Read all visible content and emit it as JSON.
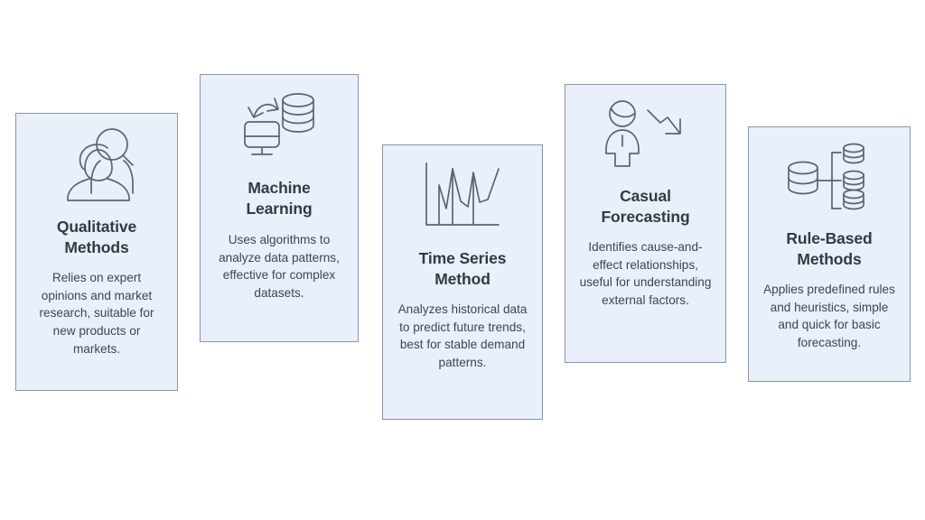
{
  "canvas": {
    "background": "#ffffff",
    "card_fill": "#e9effb",
    "card_border": "#8d95a3",
    "title_color": "#343a40",
    "body_color": "#3f464f",
    "icon_stroke": "#5c6472"
  },
  "cards": [
    {
      "id": "qualitative",
      "icon_name": "two-people-magnifier-icon",
      "title": "Qualitative Methods",
      "description": "Relies on expert opinions and market research, suitable for new products or markets."
    },
    {
      "id": "machine",
      "icon_name": "monitor-database-sync-icon",
      "title": "Machine Learning",
      "description": "Uses algorithms to analyze data patterns, effective for complex datasets."
    },
    {
      "id": "timeseries",
      "icon_name": "line-bar-chart-icon",
      "title": "Time Series Method",
      "description": "Analyzes historical data to predict future trends, best for stable demand patterns."
    },
    {
      "id": "casual",
      "icon_name": "worker-declining-arrow-icon",
      "title": "Casual Forecasting",
      "description": "Identifies cause-and-effect relationships, useful for understanding external factors."
    },
    {
      "id": "rulebased",
      "icon_name": "database-branching-icon",
      "title": "Rule-Based Methods",
      "description": "Applies predefined rules and heuristics, simple and quick for basic forecasting."
    }
  ]
}
